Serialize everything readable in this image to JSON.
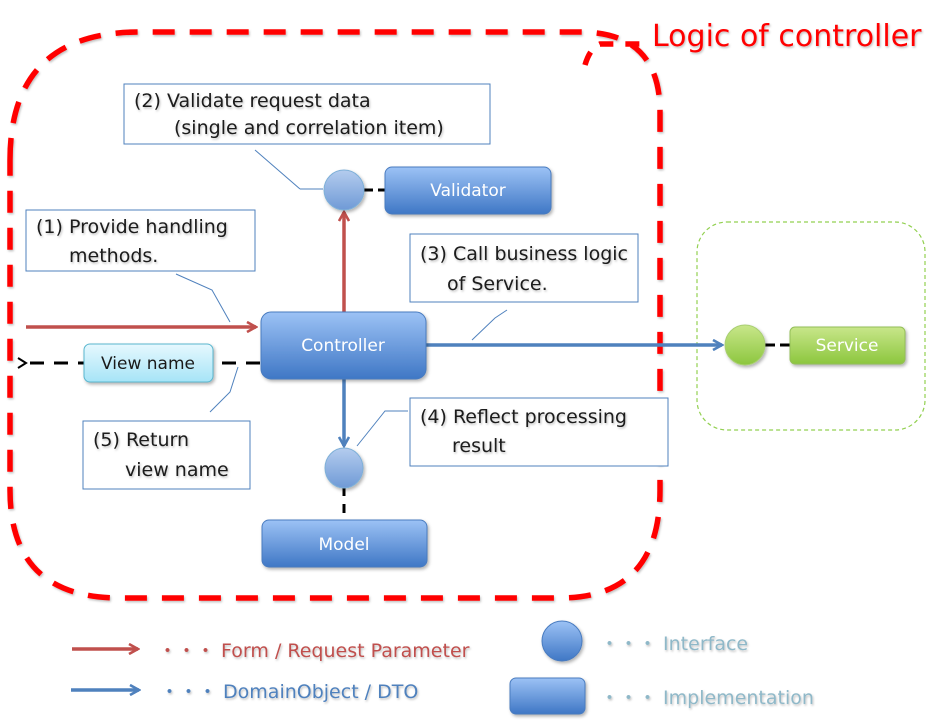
{
  "title": "Logic of controller",
  "nodes": {
    "controller": "Controller",
    "validator": "Validator",
    "model": "Model",
    "service": "Service",
    "view_name": "View name"
  },
  "callouts": {
    "step1": {
      "line1": "(1) Provide handling",
      "line2": "methods."
    },
    "step2": {
      "line1": "(2) Validate request data",
      "line2": "(single and correlation item)"
    },
    "step3": {
      "line1": "(3) Call business logic",
      "line2": "of Service."
    },
    "step4": {
      "line1": "(4) Reflect processing",
      "line2": "result"
    },
    "step5": {
      "line1": "(5) Return",
      "line2": "view name"
    }
  },
  "legend": {
    "red_arrow": "・・・ Form / Request Parameter",
    "blue_arrow": "・・・ DomainObject / DTO",
    "circle": "・・・ Interface",
    "rect": "・・・ Implementation"
  },
  "colors": {
    "boundary_red": "#ff0000",
    "request_arrow": "#c0504d",
    "domain_arrow": "#4f81bd",
    "implementation_blue": "#4f81bd",
    "service_green": "#92d050",
    "view_name_cyan": "#b7e8f8",
    "legend_teal": "#8fb8c8"
  }
}
